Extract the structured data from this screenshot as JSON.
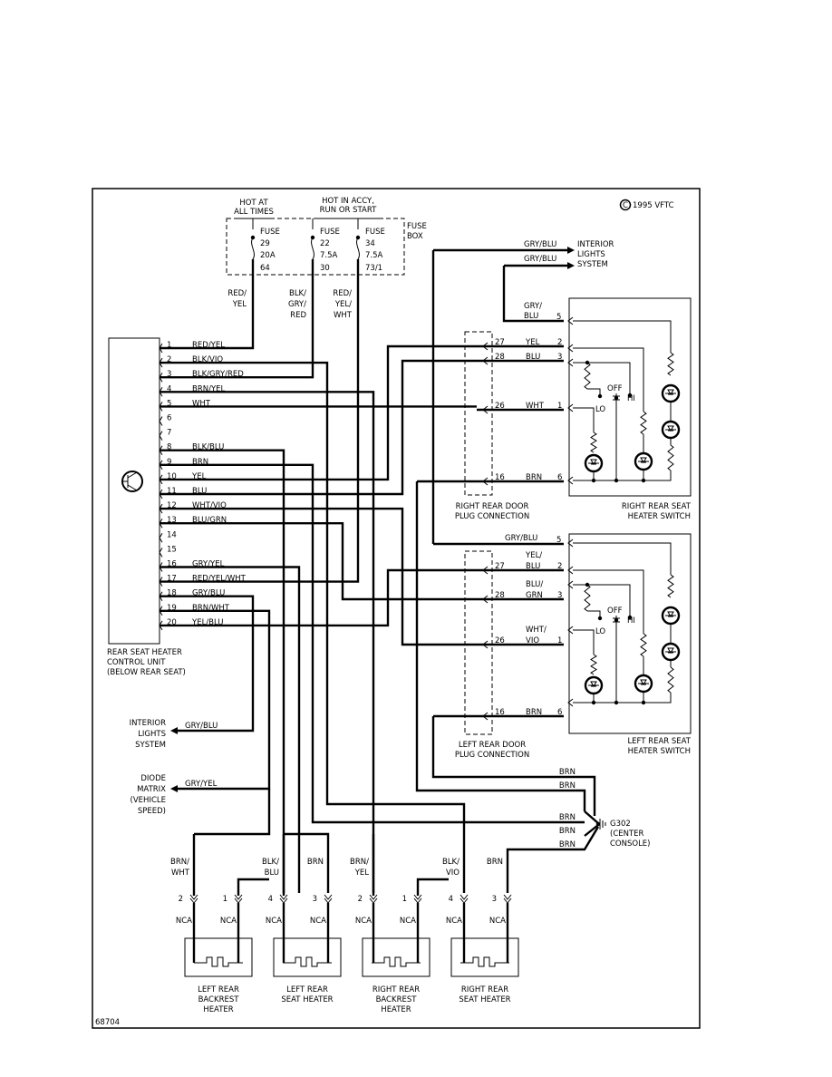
{
  "copyright": "1995 VFTC",
  "figure_id": "68704",
  "fuse_box": {
    "hot_at_all_times": [
      "HOT AT",
      "ALL TIMES"
    ],
    "hot_in_accy": [
      "HOT IN ACCY,",
      "RUN OR START"
    ],
    "label": [
      "FUSE",
      "BOX"
    ],
    "fuses": [
      {
        "lines": [
          "FUSE",
          "29",
          "20A"
        ],
        "terminal": "64"
      },
      {
        "lines": [
          "FUSE",
          "22",
          "7.5A"
        ],
        "terminal": "30"
      },
      {
        "lines": [
          "FUSE",
          "34",
          "7.5A"
        ],
        "terminal": "73/1"
      }
    ],
    "wires": [
      [
        "RED/",
        "YEL"
      ],
      [
        "BLK/",
        "GRY/",
        "RED"
      ],
      [
        "RED/",
        "YEL/",
        "WHT"
      ]
    ]
  },
  "control_unit": {
    "label": [
      "REAR SEAT HEATER",
      "CONTROL UNIT",
      "(BELOW REAR SEAT)"
    ],
    "pins": [
      {
        "num": "1",
        "wire": "RED/YEL"
      },
      {
        "num": "2",
        "wire": "BLK/VIO"
      },
      {
        "num": "3",
        "wire": "BLK/GRY/RED"
      },
      {
        "num": "4",
        "wire": "BRN/YEL"
      },
      {
        "num": "5",
        "wire": "WHT"
      },
      {
        "num": "6",
        "wire": ""
      },
      {
        "num": "7",
        "wire": ""
      },
      {
        "num": "8",
        "wire": "BLK/BLU"
      },
      {
        "num": "9",
        "wire": "BRN"
      },
      {
        "num": "10",
        "wire": "YEL"
      },
      {
        "num": "11",
        "wire": "BLU"
      },
      {
        "num": "12",
        "wire": "WHT/VIO"
      },
      {
        "num": "13",
        "wire": "BLU/GRN"
      },
      {
        "num": "14",
        "wire": ""
      },
      {
        "num": "15",
        "wire": ""
      },
      {
        "num": "16",
        "wire": "GRY/YEL"
      },
      {
        "num": "17",
        "wire": "RED/YEL/WHT"
      },
      {
        "num": "18",
        "wire": "GRY/BLU"
      },
      {
        "num": "19",
        "wire": "BRN/WHT"
      },
      {
        "num": "20",
        "wire": "YEL/BLU"
      }
    ]
  },
  "interior_lights_top": {
    "wire1": "GRY/BLU",
    "wire2": "GRY/BLU",
    "label": [
      "INTERIOR",
      "LIGHTS",
      "SYSTEM"
    ]
  },
  "right_door": {
    "label": [
      "RIGHT REAR DOOR",
      "PLUG CONNECTION"
    ],
    "rows": [
      {
        "pin": "27",
        "wire": [
          "YEL"
        ],
        "sw": "2"
      },
      {
        "pin": "28",
        "wire": [
          "BLU"
        ],
        "sw": "3"
      },
      {
        "pin": "26",
        "wire": [
          "WHT"
        ],
        "sw": "1"
      },
      {
        "pin": "16",
        "wire": [
          "BRN"
        ],
        "sw": "6"
      }
    ],
    "gry_blu": [
      "GRY/",
      "BLU"
    ],
    "pin5": "5"
  },
  "left_door": {
    "label": [
      "LEFT REAR DOOR",
      "PLUG CONNECTION"
    ],
    "rows": [
      {
        "pin": "27",
        "wire": [
          "YEL/",
          "BLU"
        ],
        "sw": "2"
      },
      {
        "pin": "28",
        "wire": [
          "BLU/",
          "GRN"
        ],
        "sw": "3"
      },
      {
        "pin": "26",
        "wire": [
          "WHT/",
          "VIO"
        ],
        "sw": "1"
      },
      {
        "pin": "16",
        "wire": [
          "BRN"
        ],
        "sw": "6"
      }
    ],
    "gry_blu": "GRY/BLU",
    "pin5": "5"
  },
  "right_switch": {
    "label": [
      "RIGHT REAR SEAT",
      "HEATER SWITCH"
    ],
    "off": "OFF",
    "lo": "LO",
    "hi": "HI"
  },
  "left_switch": {
    "label": [
      "LEFT REAR SEAT",
      "HEATER SWITCH"
    ],
    "off": "OFF",
    "lo": "LO",
    "hi": "HI"
  },
  "interior_lights_left": {
    "wire": "GRY/BLU",
    "label": [
      "INTERIOR",
      "LIGHTS",
      "SYSTEM"
    ]
  },
  "diode_matrix": {
    "wire": "GRY/YEL",
    "label": [
      "DIODE",
      "MATRIX",
      "(VEHICLE",
      "SPEED)"
    ]
  },
  "ground": {
    "label": [
      "G302",
      "(CENTER",
      "CONSOLE)"
    ],
    "wires": [
      "BRN",
      "BRN",
      "BRN",
      "BRN",
      "BRN"
    ]
  },
  "heater_connectors": [
    {
      "wire": [
        "BRN/",
        "WHT"
      ],
      "pin": "2",
      "nca": "NCA"
    },
    {
      "wire": [
        ""
      ],
      "pin": "1",
      "nca": "NCA"
    },
    {
      "wire": [
        "BLK/",
        "BLU"
      ],
      "pin": "4",
      "nca": "NCA"
    },
    {
      "wire": [
        "BRN"
      ],
      "pin": "3",
      "nca": "NCA"
    },
    {
      "wire": [
        "BRN/",
        "YEL"
      ],
      "pin": "2",
      "nca": "NCA"
    },
    {
      "wire": [
        ""
      ],
      "pin": "1",
      "nca": "NCA"
    },
    {
      "wire": [
        "BLK/",
        "VIO"
      ],
      "pin": "4",
      "nca": "NCA"
    },
    {
      "wire": [
        "BRN"
      ],
      "pin": "3",
      "nca": "NCA"
    }
  ],
  "heaters": [
    {
      "label": [
        "LEFT REAR",
        "BACKREST",
        "HEATER"
      ]
    },
    {
      "label": [
        "LEFT REAR",
        "SEAT HEATER"
      ]
    },
    {
      "label": [
        "RIGHT REAR",
        "BACKREST",
        "HEATER"
      ]
    },
    {
      "label": [
        "RIGHT REAR",
        "SEAT HEATER"
      ]
    }
  ]
}
